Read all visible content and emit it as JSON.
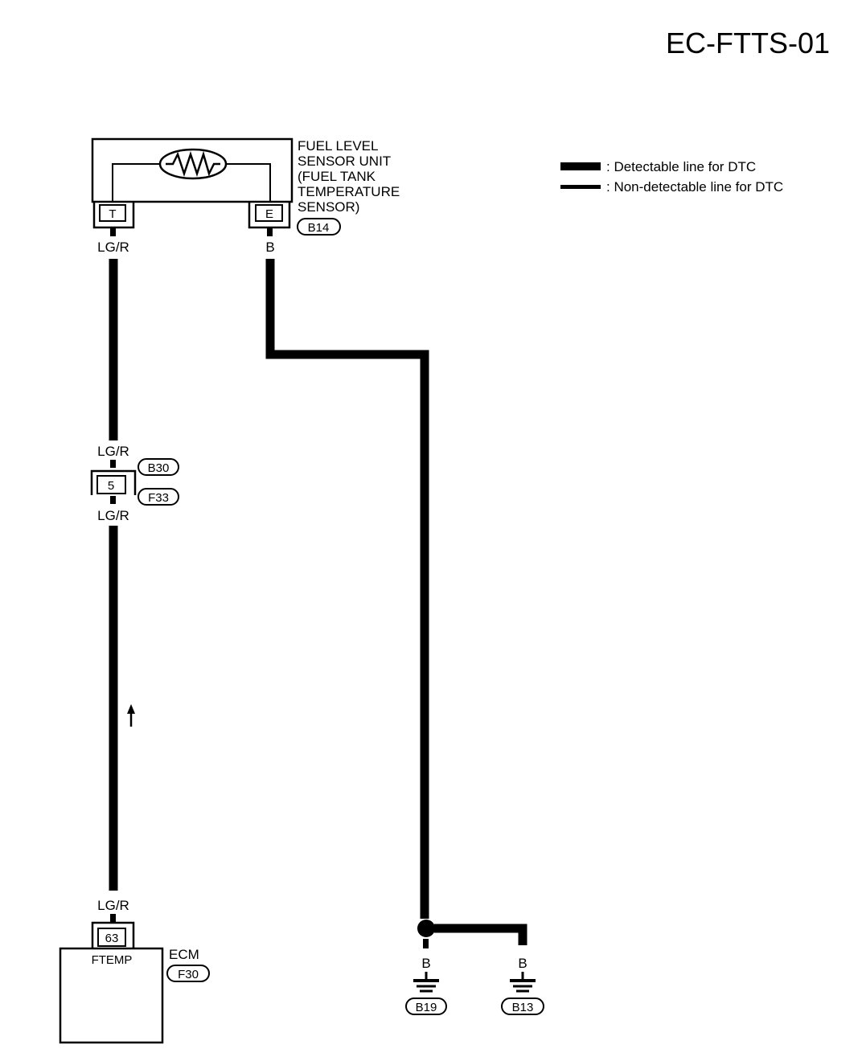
{
  "title": "EC-FTTS-01",
  "legend": {
    "detectable": ": Detectable line for DTC",
    "non_detectable": ": Non-detectable line for DTC"
  },
  "sensor": {
    "name_lines": [
      "FUEL LEVEL",
      "SENSOR UNIT",
      "(FUEL TANK",
      "TEMPERATURE",
      "SENSOR)"
    ],
    "connector": "B14",
    "terminal_t": "T",
    "terminal_e": "E"
  },
  "wires": {
    "lgr_top": "LG/R",
    "b_top": "B",
    "lgr_junction_upper": "LG/R",
    "lgr_junction_lower": "LG/R",
    "lgr_ecm": "LG/R",
    "b_ground1": "B",
    "b_ground2": "B"
  },
  "junction": {
    "pin": "5",
    "connector_upper": "B30",
    "connector_lower": "F33"
  },
  "ecm": {
    "name": "ECM",
    "connector": "F30",
    "pin": "63",
    "terminal_label": "FTEMP"
  },
  "grounds": {
    "g1": "B19",
    "g2": "B13"
  },
  "colors": {
    "ink": "#000000",
    "background": "#ffffff"
  }
}
